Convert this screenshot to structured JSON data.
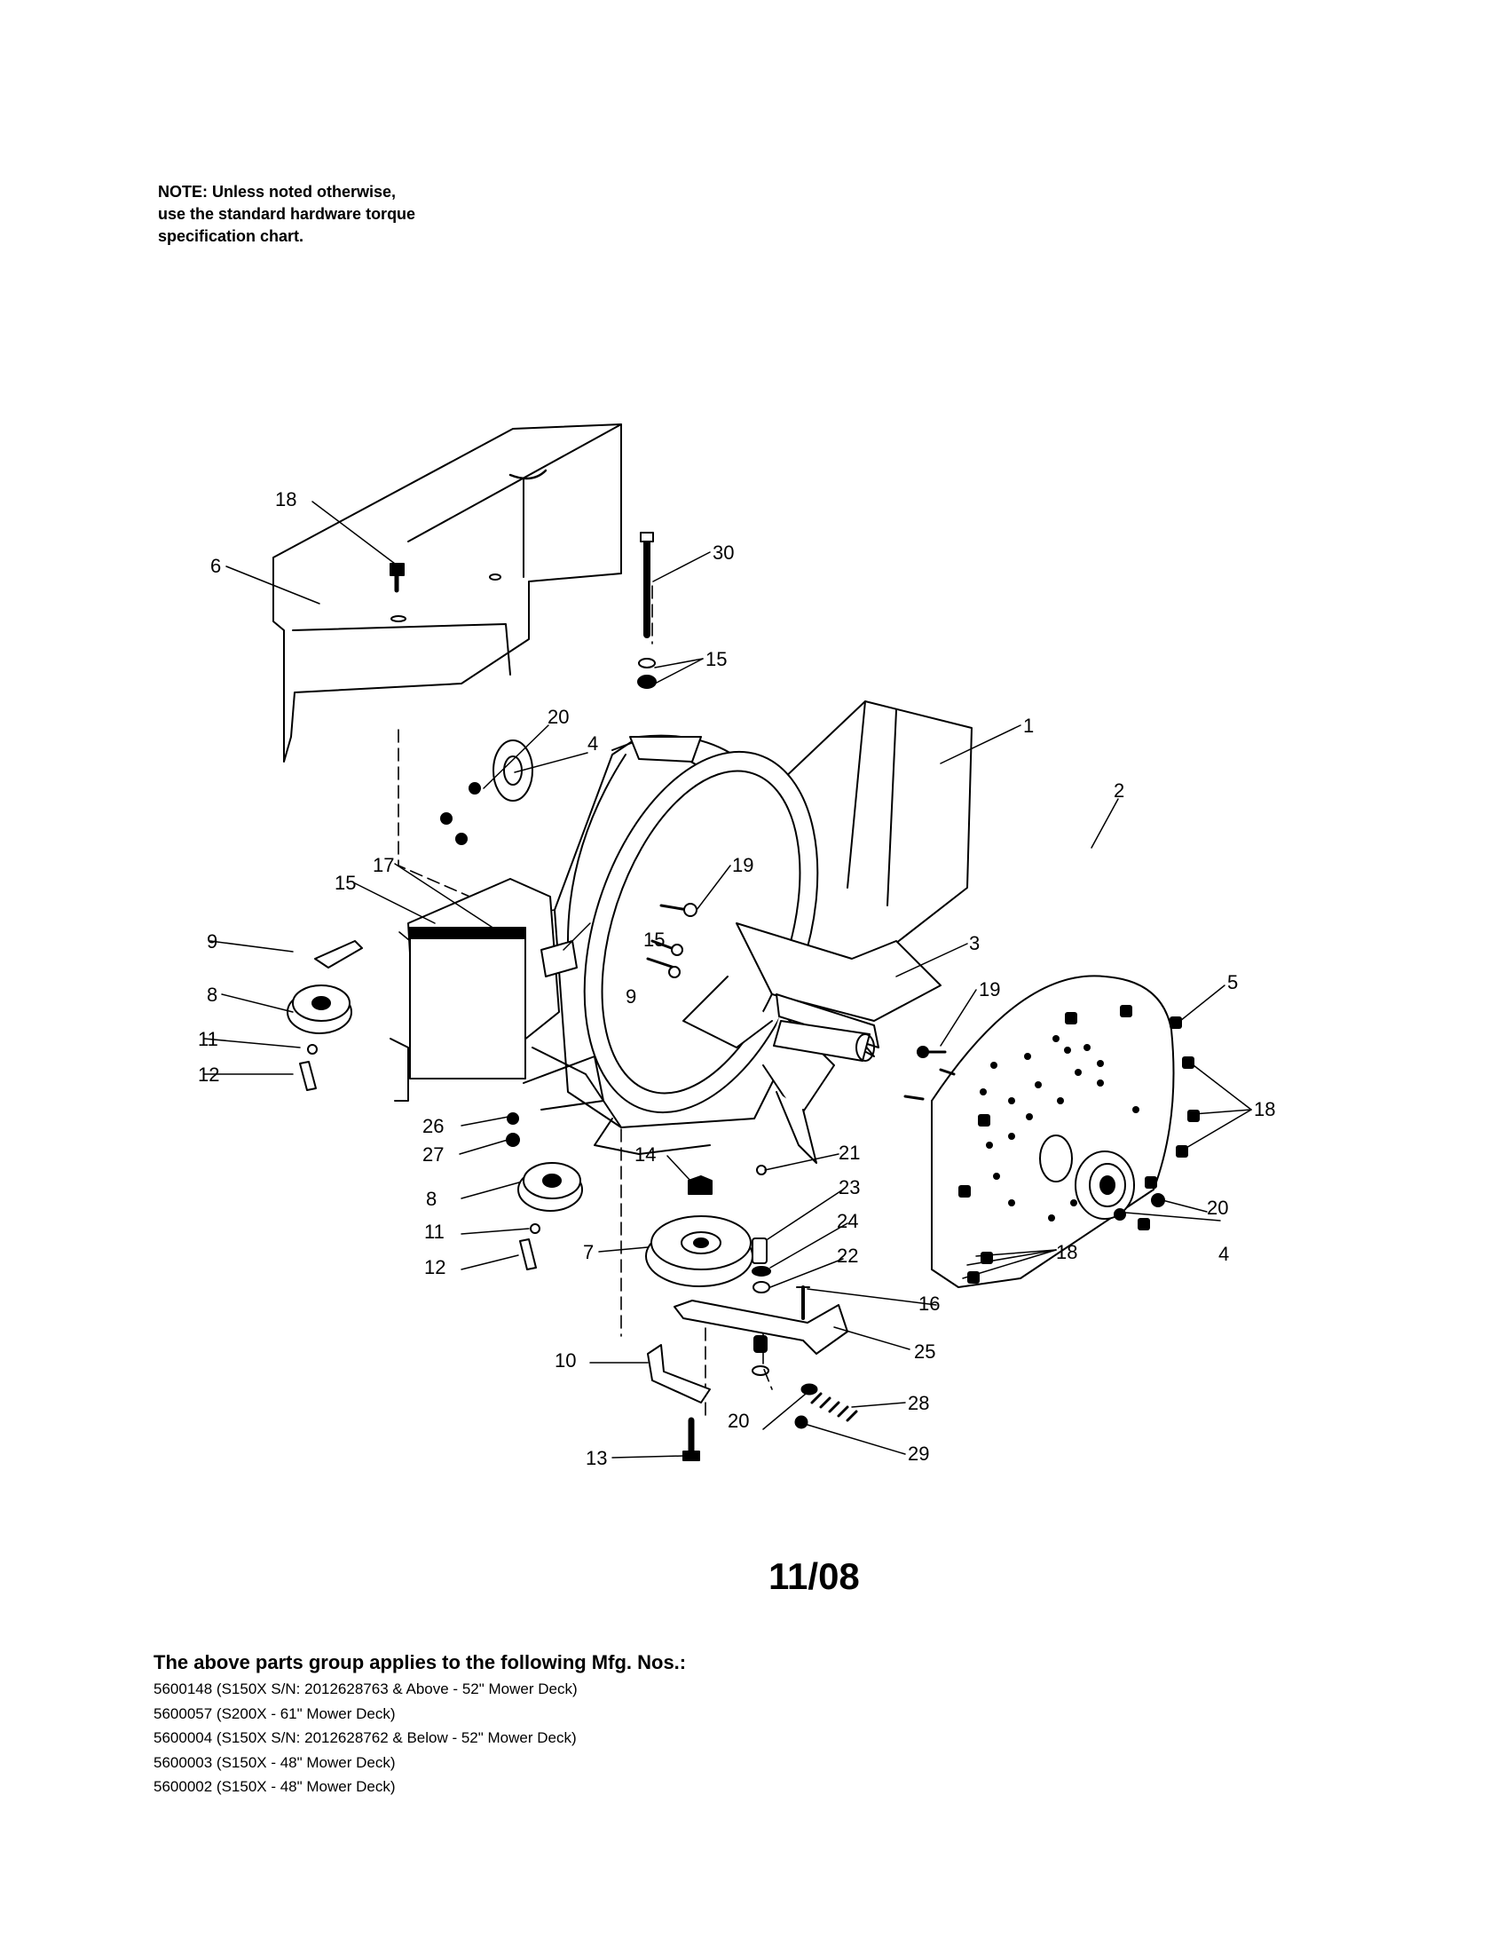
{
  "note": {
    "lines": [
      "NOTE: Unless noted otherwise,",
      "use the standard hardware torque",
      "specification chart."
    ]
  },
  "callouts": {
    "c1": "1",
    "c2": "2",
    "c3": "3",
    "c4a": "4",
    "c4b": "4",
    "c5": "5",
    "c6": "6",
    "c7": "7",
    "c8a": "8",
    "c8b": "8",
    "c9a": "9",
    "c9b": "9",
    "c10": "10",
    "c11a": "11",
    "c11b": "11",
    "c12a": "12",
    "c12b": "12",
    "c13": "13",
    "c14": "14",
    "c15a": "15",
    "c15b": "15",
    "c15c": "15",
    "c16": "16",
    "c17": "17",
    "c18a": "18",
    "c18b": "18",
    "c18c": "18",
    "c19a": "19",
    "c19b": "19",
    "c20a": "20",
    "c20b": "20",
    "c20c": "20",
    "c21": "21",
    "c22": "22",
    "c23": "23",
    "c24": "24",
    "c25": "25",
    "c26": "26",
    "c27": "27",
    "c28": "28",
    "c29": "29",
    "c30": "30"
  },
  "date": "11/08",
  "applies": {
    "heading": "The above parts group applies to the following Mfg. Nos.:",
    "items": [
      "5600148 (S150X S/N: 2012628763 & Above - 52\" Mower Deck)",
      "5600057 (S200X - 61\" Mower Deck)",
      "5600004 (S150X S/N: 2012628762 & Below - 52\" Mower Deck)",
      "5600003 (S150X  - 48\" Mower Deck)",
      "5600002 (S150X  - 48\" Mower Deck)"
    ]
  }
}
